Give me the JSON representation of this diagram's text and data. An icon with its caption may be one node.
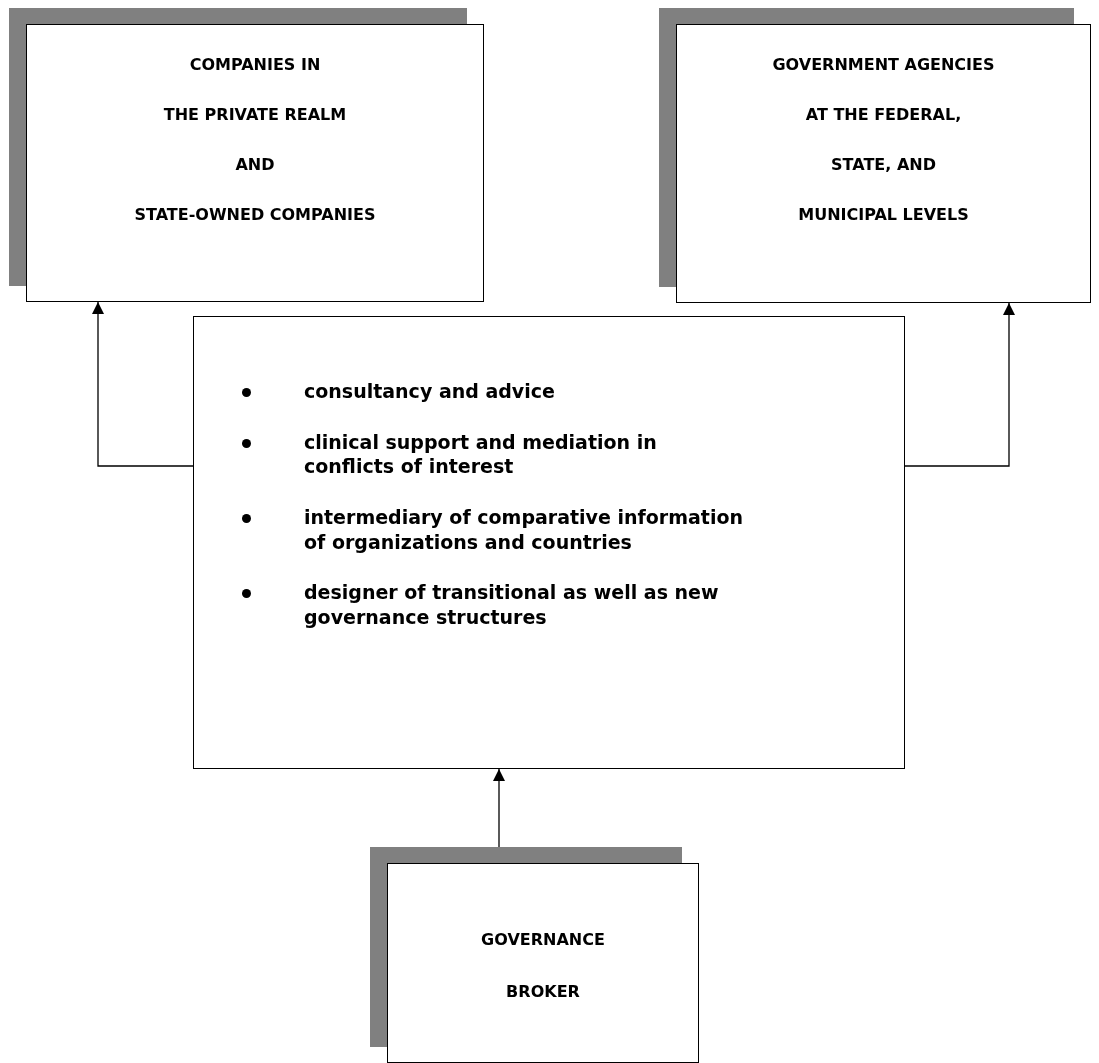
{
  "diagram": {
    "nodes": [
      {
        "text": [
          "COMPANIES IN",
          "THE PRIVATE REALM",
          "AND",
          "STATE-OWNED COMPANIES"
        ]
      },
      {
        "text": [
          "GOVERNMENT AGENCIES",
          "AT THE FEDERAL,",
          "STATE, AND",
          "MUNICIPAL LEVELS"
        ]
      },
      {
        "text": [
          "consultancy and advice",
          "clinical support and mediation in conflicts of interest",
          "intermediary of comparative information of organizations and countries",
          "designer of transitional as well as new governance structures"
        ]
      },
      {
        "text": [
          "GOVERNANCE",
          "BROKER"
        ]
      }
    ],
    "edges": [
      {
        "from": 2,
        "to": 0,
        "arrow": "to"
      },
      {
        "from": 2,
        "to": 1,
        "arrow": "to"
      },
      {
        "from": 3,
        "to": 2,
        "arrow": "to"
      }
    ]
  }
}
